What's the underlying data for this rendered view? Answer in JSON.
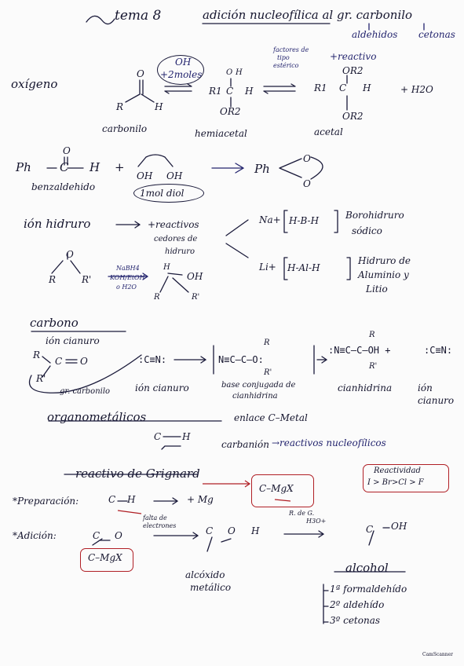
{
  "header": {
    "title": "tema 8",
    "subtitle": "adición nucleofílica al gr. carbonilo",
    "target1": "aldehidos",
    "target2": "cetonas"
  },
  "oxygen": {
    "heading": "oxígeno",
    "reagent": "OH",
    "moles": "+2moles",
    "factors_line1": "factores de",
    "factors_line2": "tipo",
    "factors_line3": "estérico",
    "plus_reactivo": "+reactivo",
    "o": "O",
    "r": "R",
    "r1": "R1",
    "h": "H",
    "c": "C",
    "or2": "OR2",
    "water": "+ H2O",
    "carbonilo": "carbonilo",
    "hemiacetal": "hemiacetal",
    "acetal": "acetal"
  },
  "benz": {
    "ph": "Ph",
    "c": "C",
    "h": "H",
    "plus": "+",
    "oh1": "OH",
    "oh2": "OH",
    "name": "benzaldehido",
    "mol": "1mol diol",
    "o": "O"
  },
  "hydride": {
    "heading": "ión hidruro",
    "reactivos": "+reactivos",
    "cedores_1": "cedores de",
    "cedores_2": "hidruro",
    "na": "Na+",
    "bh": "H-B-H",
    "borohidruro_1": "Borohidruro",
    "borohidruro_2": "sódico",
    "li": "Li+",
    "alh": "H-Al-H",
    "hidruro_1": "Hidruro de",
    "hidruro_2": "Aluminio y",
    "hidruro_3": "Litio",
    "r": "R",
    "rp": "R'",
    "cond1": "NaBH4",
    "cond2": "KOH/EtOH",
    "cond3": "o H2O",
    "oh": "OH"
  },
  "carbon": {
    "heading": "carbono",
    "ion_cianuro": "ión cianuro",
    "cn": ":C≡N:",
    "nitrile_left": "N≡C–C–O:",
    "cyanohydrin": ":N≡C–C–OH +",
    "cn_tail": ":C≡N:",
    "carbonilo_label": "gr. carbonilo",
    "ion_cianuro_label": "ión cianuro",
    "base_1": "base conjugada de",
    "base_2": "cianhidrina",
    "cianhidrina": "cianhidrina",
    "ion_label_1": "ión",
    "ion_label_2": "cianuro"
  },
  "organo": {
    "heading": "organometálicos",
    "enlace": "enlace C–Metal",
    "carbanion": "carbanión",
    "reactivos": "→reactivos nucleofílicos"
  },
  "grignard": {
    "heading": "reactivo de Grignard",
    "reactividad": "Reactividad",
    "order": "I > Br>Cl > F",
    "prep": "*Preparación:",
    "mg": "+ Mg",
    "cmgx": "C–MgX",
    "adicion": "*Adición:",
    "alcoxido_1": "alcóxido",
    "alcoxido_2": "metálico",
    "h3o": "H3O+",
    "oh": "OH",
    "alcohol": "alcohol",
    "formaldehido": "1ª formaldehído",
    "aldehido": "2º aldehído",
    "cetonas": "3º cetonas",
    "falta": "falta de",
    "electrones": "electrones",
    "rdeg": "R. de G."
  },
  "stamp": {
    "text": "CamScanner"
  }
}
